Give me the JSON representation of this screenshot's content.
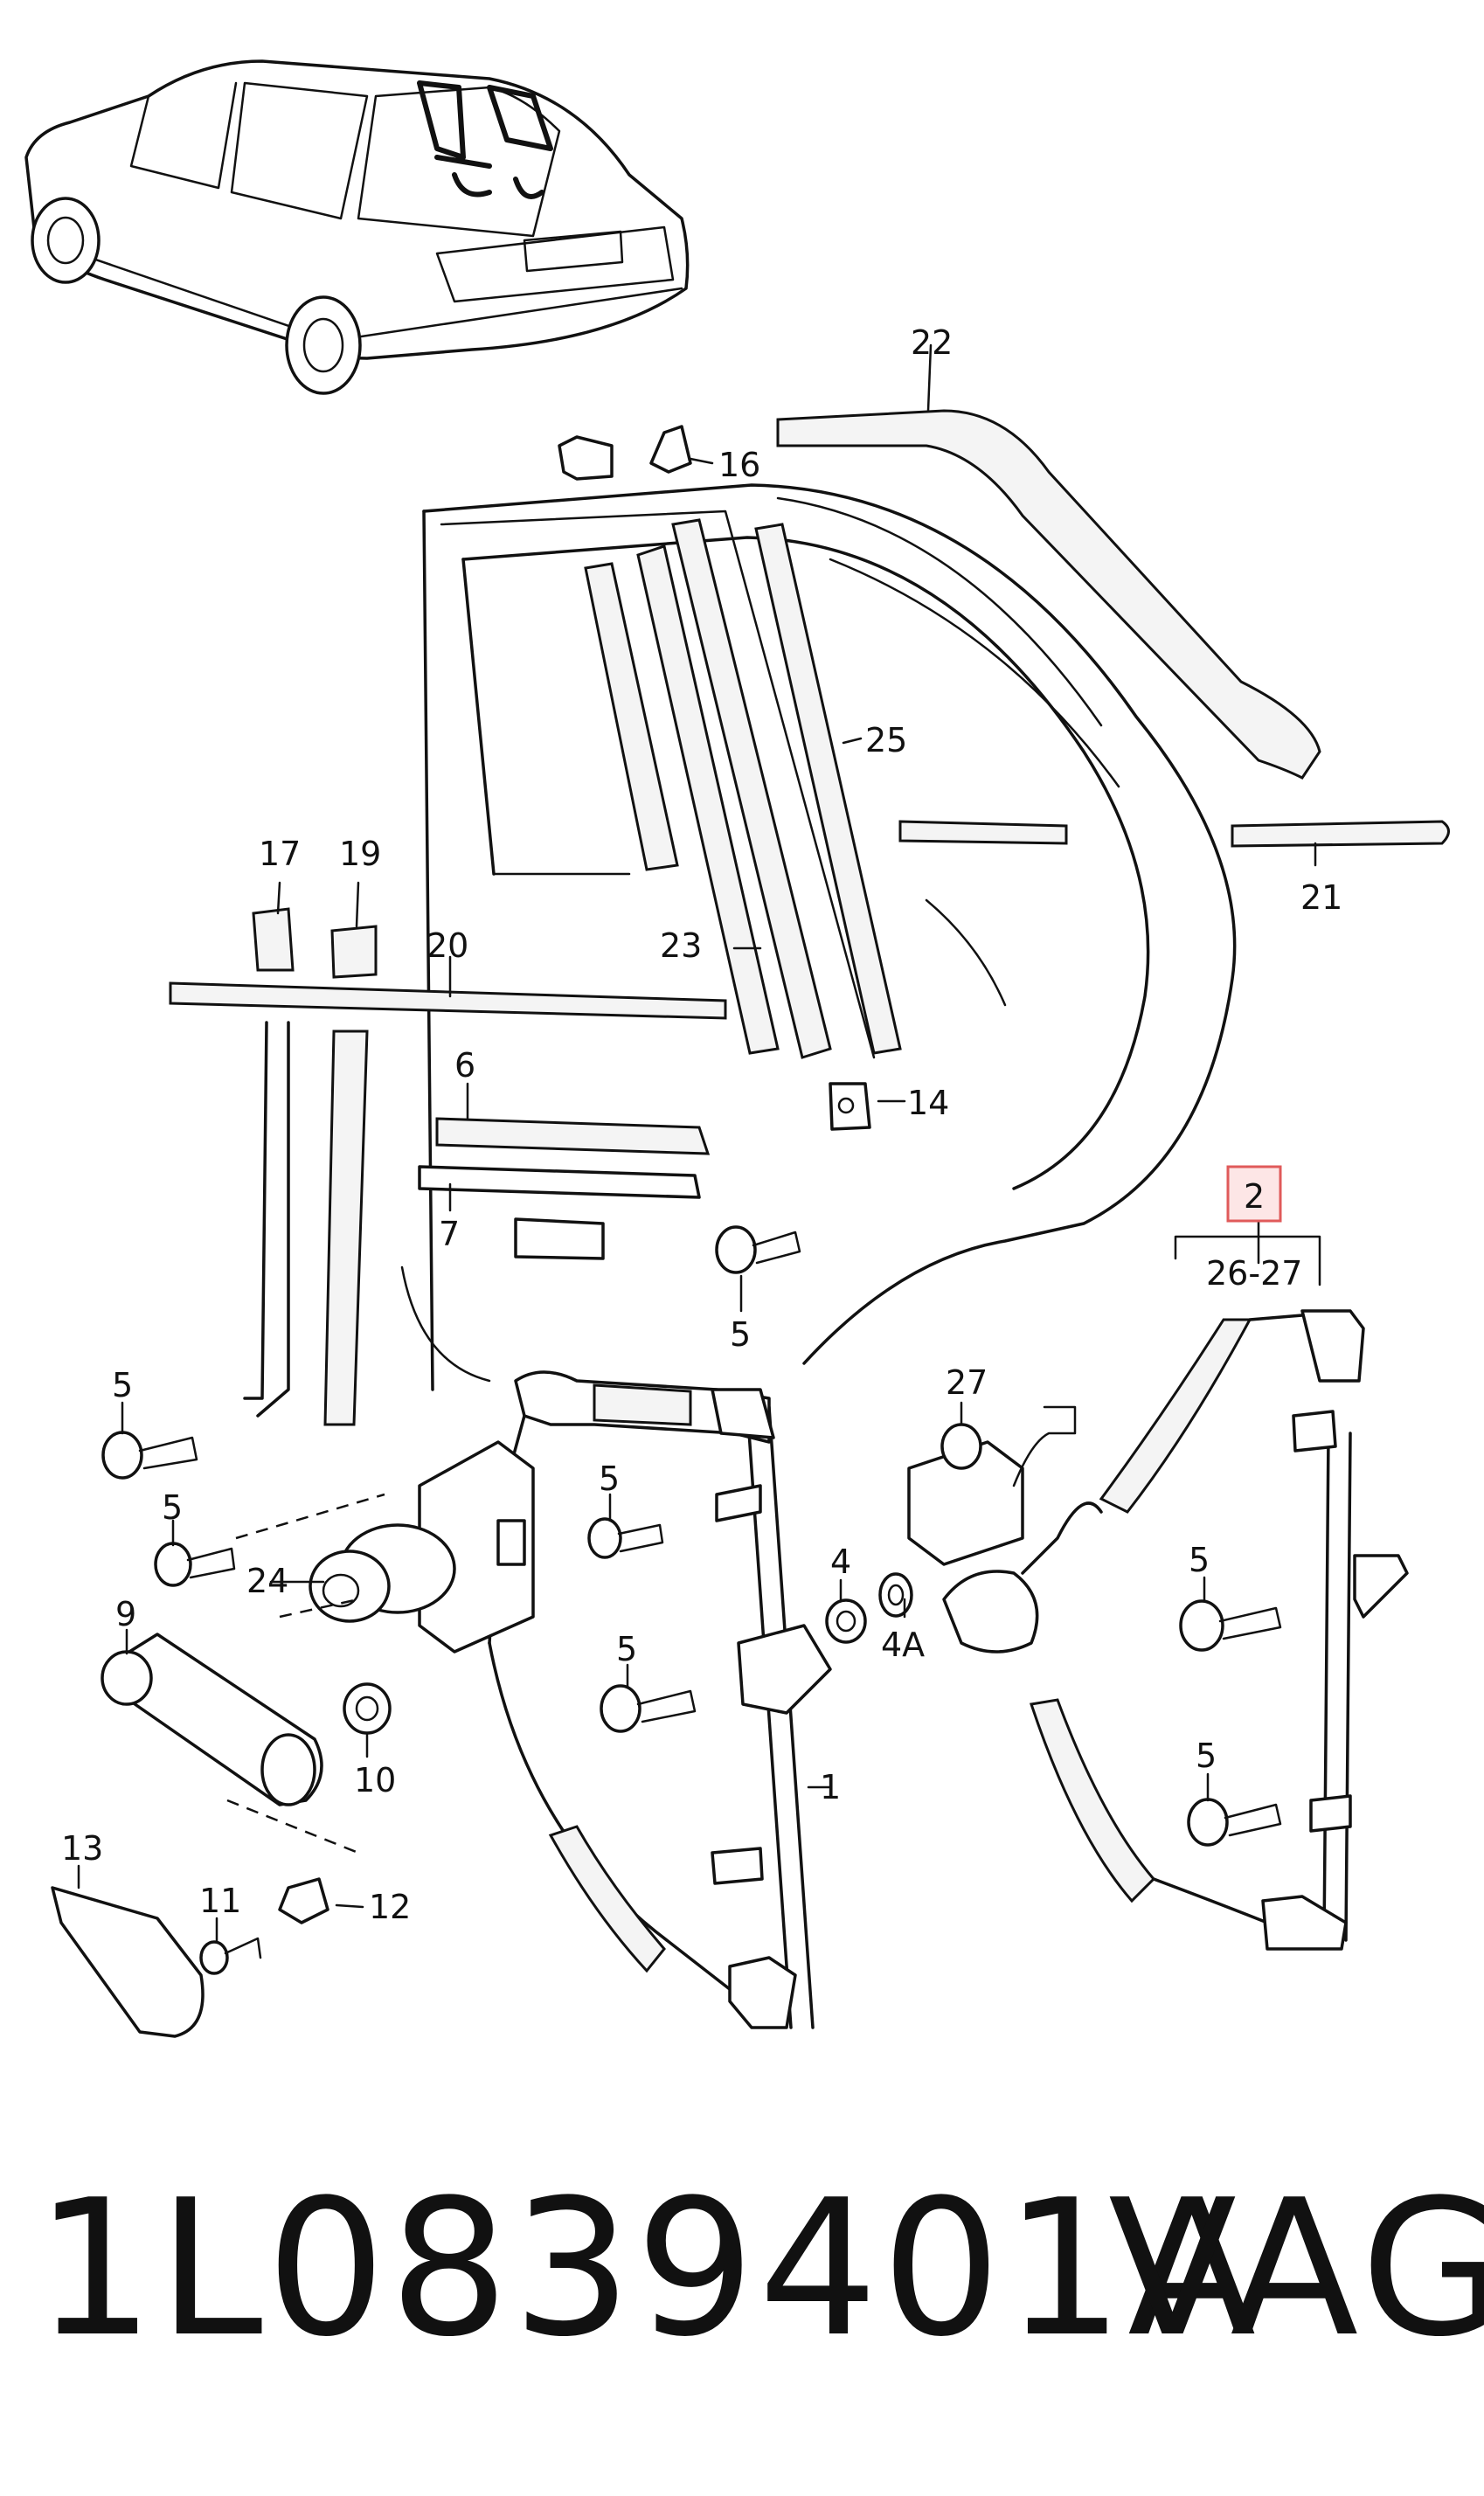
{
  "diagram": {
    "callouts": {
      "c1": "1",
      "c2": "2",
      "c4": "4",
      "c4a": "4A",
      "c5a": "5",
      "c5b": "5",
      "c5c": "5",
      "c5d": "5",
      "c5e": "5",
      "c5f": "5",
      "c5g": "5",
      "c6": "6",
      "c7": "7",
      "c9": "9",
      "c10": "10",
      "c11": "11",
      "c12": "12",
      "c13": "13",
      "c14": "14",
      "c16": "16",
      "c17": "17",
      "c19": "19",
      "c20": "20",
      "c21": "21",
      "c22": "22",
      "c23": "23",
      "c24": "24",
      "c25": "25",
      "c26_27": "26-27",
      "c27": "27"
    },
    "highlight_color": "#e05a5a"
  },
  "footer": {
    "part_number": "1L0839401A",
    "brand": "VAG"
  }
}
